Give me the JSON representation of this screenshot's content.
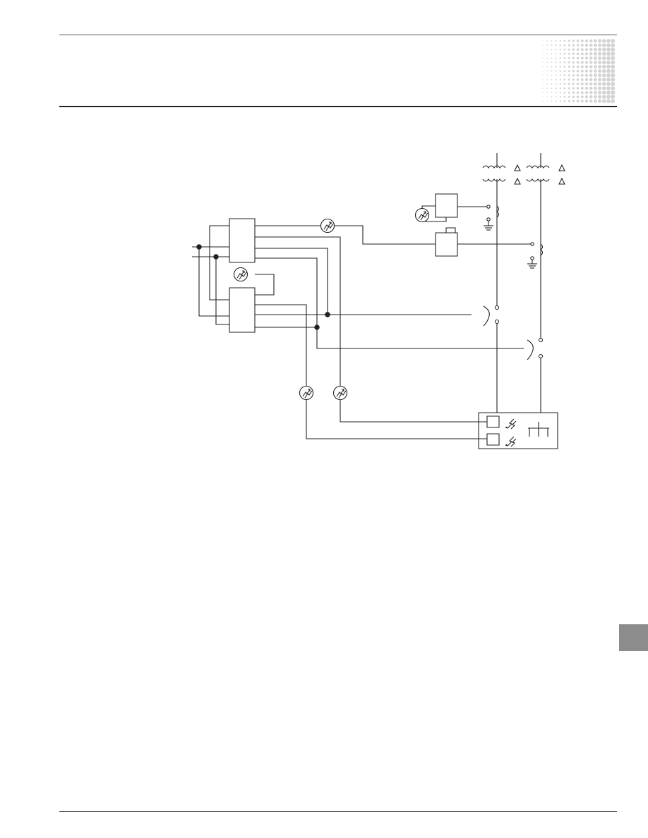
{
  "page": {
    "background": "#ffffff",
    "rule_color": "#222222",
    "tab_color": "#8c8c8c",
    "dot_pattern_color": "#d4d4d4"
  },
  "diagram": {
    "line_color": "#222222",
    "stroke_color": "#222222",
    "elements": {
      "transformers": 2,
      "relay_boxes": 4,
      "communication_link_symbols": 5,
      "breakers": 2,
      "junction_dots": 4,
      "ground_symbols": 2,
      "control_panel_modules": 2
    }
  }
}
